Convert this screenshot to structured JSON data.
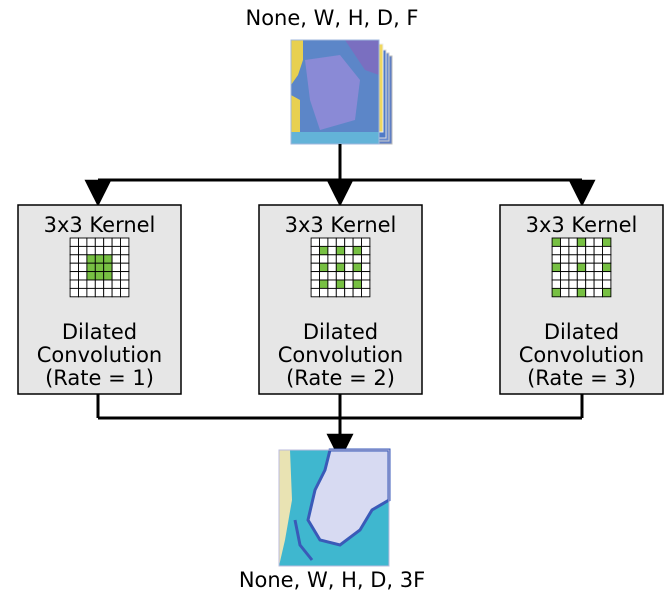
{
  "input": {
    "shape_label": "None, W, H, D, F"
  },
  "output": {
    "shape_label": "None, W, H, D, 3F"
  },
  "blocks": [
    {
      "kernel_label": "3x3 Kernel",
      "title_line1": "Dilated",
      "title_line2": "Convolution",
      "rate_label": "(Rate = 1)",
      "rate": 1
    },
    {
      "kernel_label": "3x3 Kernel",
      "title_line1": "Dilated",
      "title_line2": "Convolution",
      "rate_label": "(Rate = 2)",
      "rate": 2
    },
    {
      "kernel_label": "3x3 Kernel",
      "title_line1": "Dilated",
      "title_line2": "Convolution",
      "rate_label": "(Rate = 3)",
      "rate": 3
    }
  ],
  "colors": {
    "kernel_cell": "#77c043",
    "block_fill": "#e6e6e6",
    "line": "#000000"
  }
}
